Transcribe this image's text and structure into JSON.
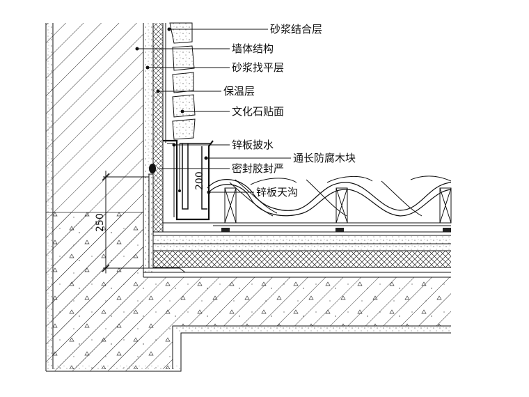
{
  "diagram": {
    "title": "",
    "labels": {
      "mortar_bond_layer": "砂浆结合层",
      "wall_structure": "墙体结构",
      "mortar_leveling_layer": "砂浆找平层",
      "insulation_layer": "保温层",
      "culture_stone_facing": "文化石贴面",
      "zinc_flashing": "锌板披水",
      "anticorrosive_wood_block": "通长防腐木块",
      "sealant": "密封胶封严",
      "zinc_gutter": "锌板天沟"
    },
    "dimensions": {
      "gutter_height": "200",
      "upturn_height": "250"
    }
  }
}
